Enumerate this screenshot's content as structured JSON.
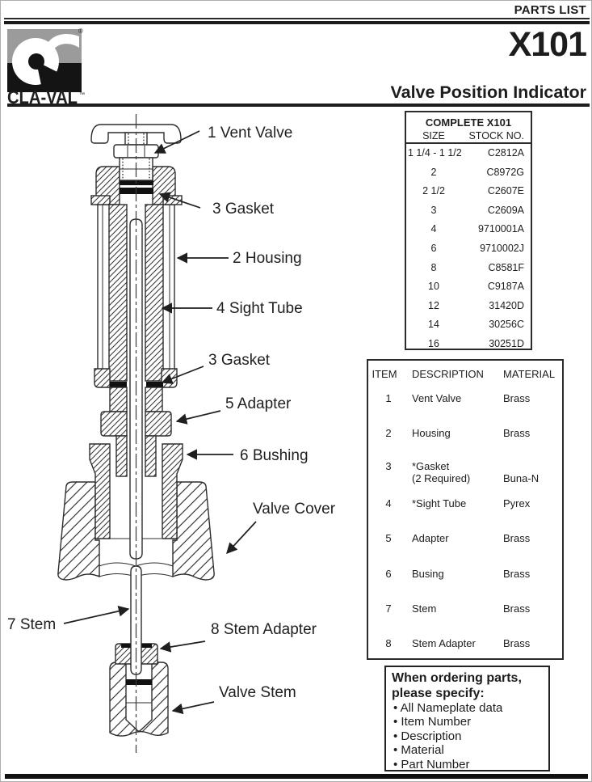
{
  "header": {
    "parts_list": "PARTS LIST",
    "model": "X101",
    "subtitle": "Valve Position Indicator"
  },
  "logo": {
    "brand": "CLA-VAL",
    "registered": "®",
    "trademark": "™"
  },
  "diagram": {
    "labels": [
      {
        "text": "1 Vent Valve"
      },
      {
        "text": "3 Gasket"
      },
      {
        "text": "2 Housing"
      },
      {
        "text": "4 Sight Tube"
      },
      {
        "text": "3 Gasket"
      },
      {
        "text": "5 Adapter"
      },
      {
        "text": "6 Bushing"
      },
      {
        "text": "Valve Cover"
      },
      {
        "text": "7 Stem"
      },
      {
        "text": "8 Stem Adapter"
      },
      {
        "text": "Valve Stem"
      }
    ]
  },
  "stock_table": {
    "title": "COMPLETE X101",
    "columns": {
      "size": "SIZE",
      "stock": "STOCK NO."
    },
    "rows": [
      {
        "size": "1 1/4 - 1 1/2",
        "stock": "C2812A"
      },
      {
        "size": "2",
        "stock": "C8972G"
      },
      {
        "size": "2 1/2",
        "stock": "C2607E"
      },
      {
        "size": "3",
        "stock": "C2609A"
      },
      {
        "size": "4",
        "stock": "9710001A"
      },
      {
        "size": "6",
        "stock": "9710002J"
      },
      {
        "size": "8",
        "stock": "C8581F"
      },
      {
        "size": "10",
        "stock": "C9187A"
      },
      {
        "size": "12",
        "stock": "31420D"
      },
      {
        "size": "14",
        "stock": "30256C"
      },
      {
        "size": "16",
        "stock": "30251D"
      }
    ]
  },
  "parts_table": {
    "columns": {
      "item": "ITEM",
      "description": "DESCRIPTION",
      "material": "MATERIAL"
    },
    "rows": [
      {
        "item": "1",
        "description": "Vent Valve",
        "material": "Brass"
      },
      {
        "item": "2",
        "description": "Housing",
        "material": "Brass"
      },
      {
        "item": "3",
        "description": "*Gasket",
        "description2": "(2 Required)",
        "material": "Buna-N"
      },
      {
        "item": "4",
        "description": "*Sight Tube",
        "material": "Pyrex"
      },
      {
        "item": "5",
        "description": "Adapter",
        "material": "Brass"
      },
      {
        "item": "6",
        "description": "Busing",
        "material": "Brass"
      },
      {
        "item": "7",
        "description": "Stem",
        "material": "Brass"
      },
      {
        "item": "8",
        "description": "Stem Adapter",
        "material": "Brass"
      }
    ]
  },
  "ordering": {
    "title_line1": "When ordering parts,",
    "title_line2": "please specify:",
    "bullets": [
      "All Nameplate data",
      "Item Number",
      "Description",
      "Material",
      "Part Number"
    ]
  }
}
